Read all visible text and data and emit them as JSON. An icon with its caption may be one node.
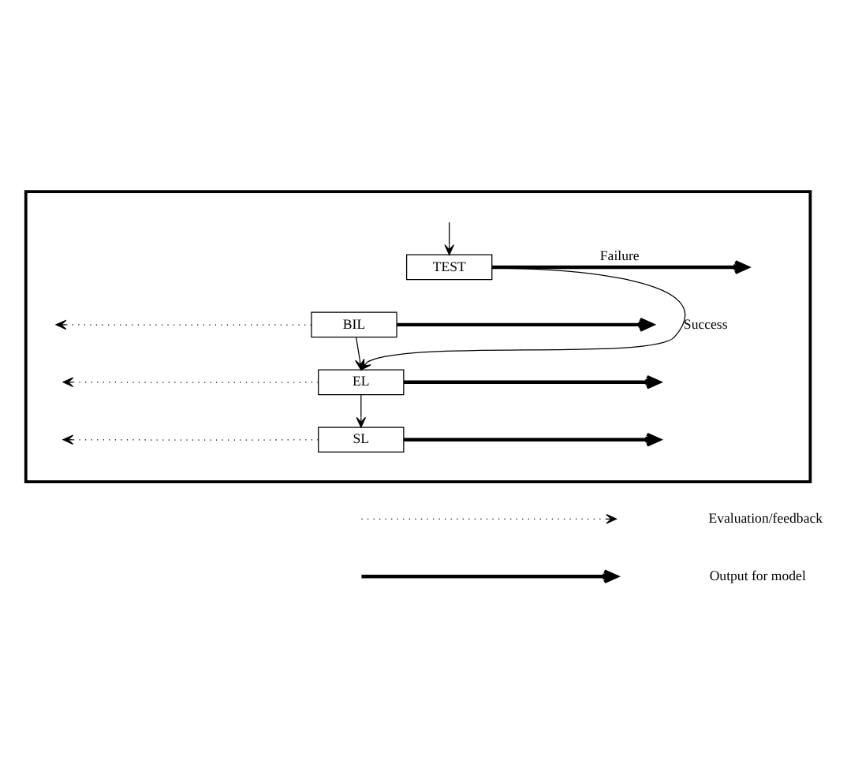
{
  "diagram": {
    "nodes": [
      {
        "text": [],
        "shape": "box"
      },
      {
        "text": [
          "TEST"
        ],
        "in": 0
      },
      {
        "text": [
          "BIL"
        ],
        "in": 0
      },
      {
        "text": [
          "EL"
        ],
        "in": 0
      },
      {
        "text": [
          "SL"
        ],
        "in": 0
      }
    ],
    "edges": [
      {
        "from": 1,
        "to": null,
        "arrow": "to",
        "style": "thick",
        "label": "Failure"
      },
      {
        "from": null,
        "to": 1,
        "arrow": "to"
      },
      {
        "from": 1,
        "to": 3,
        "arrow": "to",
        "label": "Success"
      },
      {
        "from": 2,
        "to": 3,
        "arrow": "to"
      },
      {
        "from": 3,
        "to": 4,
        "arrow": "to"
      },
      {
        "from": 2,
        "to": null,
        "arrow": "to",
        "style": "dashed"
      },
      {
        "from": 2,
        "to": null,
        "arrow": "to",
        "style": "thick"
      },
      {
        "from": 3,
        "to": null,
        "arrow": "to",
        "style": "dashed"
      },
      {
        "from": 3,
        "to": null,
        "arrow": "to",
        "style": "thick"
      },
      {
        "from": 4,
        "to": null,
        "arrow": "to",
        "style": "dashed"
      },
      {
        "from": 4,
        "to": null,
        "arrow": "to",
        "style": "thick"
      }
    ],
    "legend": [
      {
        "text": "Evaluation/feedback"
      },
      {
        "text": "Output for model"
      }
    ]
  }
}
